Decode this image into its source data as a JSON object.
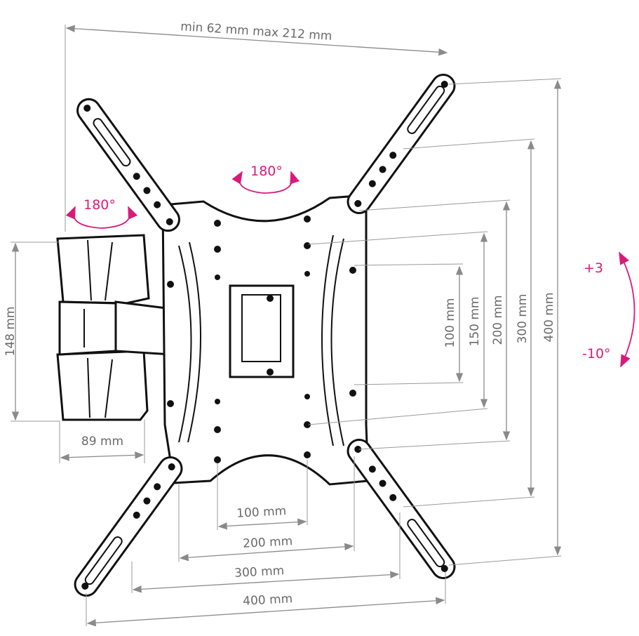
{
  "colors": {
    "accent": "#d81b7a",
    "dimension": "#8a8a8a",
    "outline": "#111111"
  },
  "labels": {
    "arm_extension": "min 62 mm max 212 mm",
    "swivel_top": "180°",
    "swivel_left": "180°",
    "tilt_up": "+3",
    "tilt_down": "-10°",
    "wall_plate_height": "148 mm",
    "wall_plate_width": "89 mm",
    "vesa_v": [
      "100 mm",
      "150 mm",
      "200 mm",
      "300 mm",
      "400 mm"
    ],
    "vesa_h": [
      "100 mm",
      "200 mm",
      "300 mm",
      "400 mm"
    ]
  }
}
